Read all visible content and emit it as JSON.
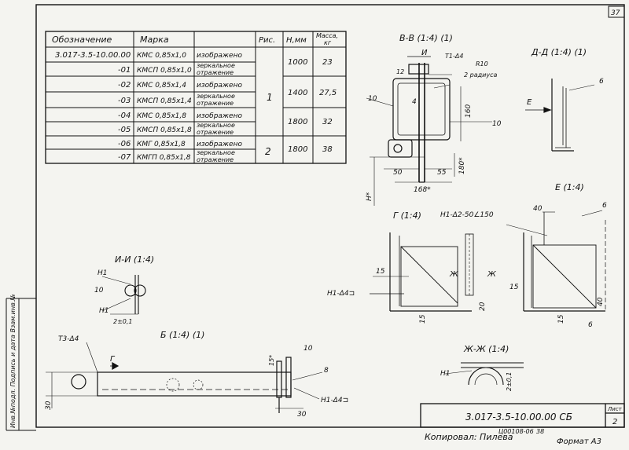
{
  "sheet_number_top": "37",
  "table": {
    "headers": {
      "designation": "Обозначение",
      "brand": "Марка",
      "blank": "",
      "figure": "Рис.",
      "height": "H,мм",
      "mass_line1": "Масса,",
      "mass_line2": "кг"
    },
    "rows": [
      {
        "designation": "3.017-3.5-10.00.00",
        "brand": "КМС 0,85х1,0",
        "note": "изображено"
      },
      {
        "designation": "-01",
        "brand": "КМСП 0,85х1,0",
        "note_line1": "зеркальное",
        "note_line2": "отражение"
      },
      {
        "designation": "-02",
        "brand": "КМС 0,85х1,4",
        "note": "изображено"
      },
      {
        "designation": "-03",
        "brand": "КМСП 0,85х1,4",
        "note_line1": "зеркальное",
        "note_line2": "отражение"
      },
      {
        "designation": "-04",
        "brand": "КМС 0,85х1,8",
        "note": "изображено"
      },
      {
        "designation": "-05",
        "brand": "КМСП 0,85х1,8",
        "note_line1": "зеркальное",
        "note_line2": "отражение"
      },
      {
        "designation": "-06",
        "brand": "КМГ 0,85х1,8",
        "note": "изображено"
      },
      {
        "designation": "-07",
        "brand": "КМГП 0,85х1,8",
        "note_line1": "зеркальное",
        "note_line2": "отражение"
      }
    ],
    "figure_values": [
      "1",
      "2"
    ],
    "heights": [
      "1000",
      "1400",
      "1800",
      "1800"
    ],
    "masses": [
      "23",
      "27,5",
      "32",
      "38"
    ]
  },
  "views": {
    "section_vv": "В-В (1:4) (1)",
    "view_dd": "Д-Д (1:4) (1)",
    "view_e": "Е (1:4)",
    "view_g": "Г (1:4)",
    "section_ii": "И-И (1:4)",
    "view_b": "Б (1:4) (1)",
    "section_zhzh": "Ж-Ж (1:4)"
  },
  "annotations": {
    "i_label": "И",
    "weld_t1": "Т1-Δ4",
    "r10": "R10",
    "radius2": "2 радиуса",
    "d10a": "10",
    "d12": "12",
    "d4": "4",
    "d160": "160",
    "d10b": "10",
    "d50": "50",
    "d55": "55",
    "d180": "180*",
    "d168": "168*",
    "hh": "H*",
    "d6a": "6",
    "e_arrow": "Е",
    "h1_weld_g": "Н1-Δ2-50∠150",
    "d40": "40",
    "d6b": "6",
    "d15a": "15",
    "zh1": "Ж",
    "zh2": "Ж",
    "h1_weld_left": "Н1-Δ4⊐",
    "d20": "20",
    "d15b": "15",
    "d15c": "15",
    "d40b": "40",
    "d15d": "15",
    "d6c": "6",
    "n1a": "Н1",
    "d10c": "10",
    "n1b": "Н1",
    "d2": "2±0,1",
    "t3": "Т3-Δ4",
    "g_arrow": "Г",
    "d10d": "10",
    "d15e": "15*",
    "d8": "8",
    "h1_weld_b": "Н1-Δ4⊐",
    "d30a": "30",
    "d30b": "30",
    "n1c": "Н1",
    "d2b": "2±0,1"
  },
  "side_stamp": "Инв.№подл.  Подпись и дата  Взам.инв.№",
  "title_block": {
    "code": "3.017-3.5-10.00.00 СБ",
    "sheet_label": "Лист",
    "sheet_no": "2"
  },
  "footer": {
    "copied": "Копировал: Пилева",
    "order": "Ц00108-06",
    "order_no": "38",
    "format": "Формат А3"
  }
}
